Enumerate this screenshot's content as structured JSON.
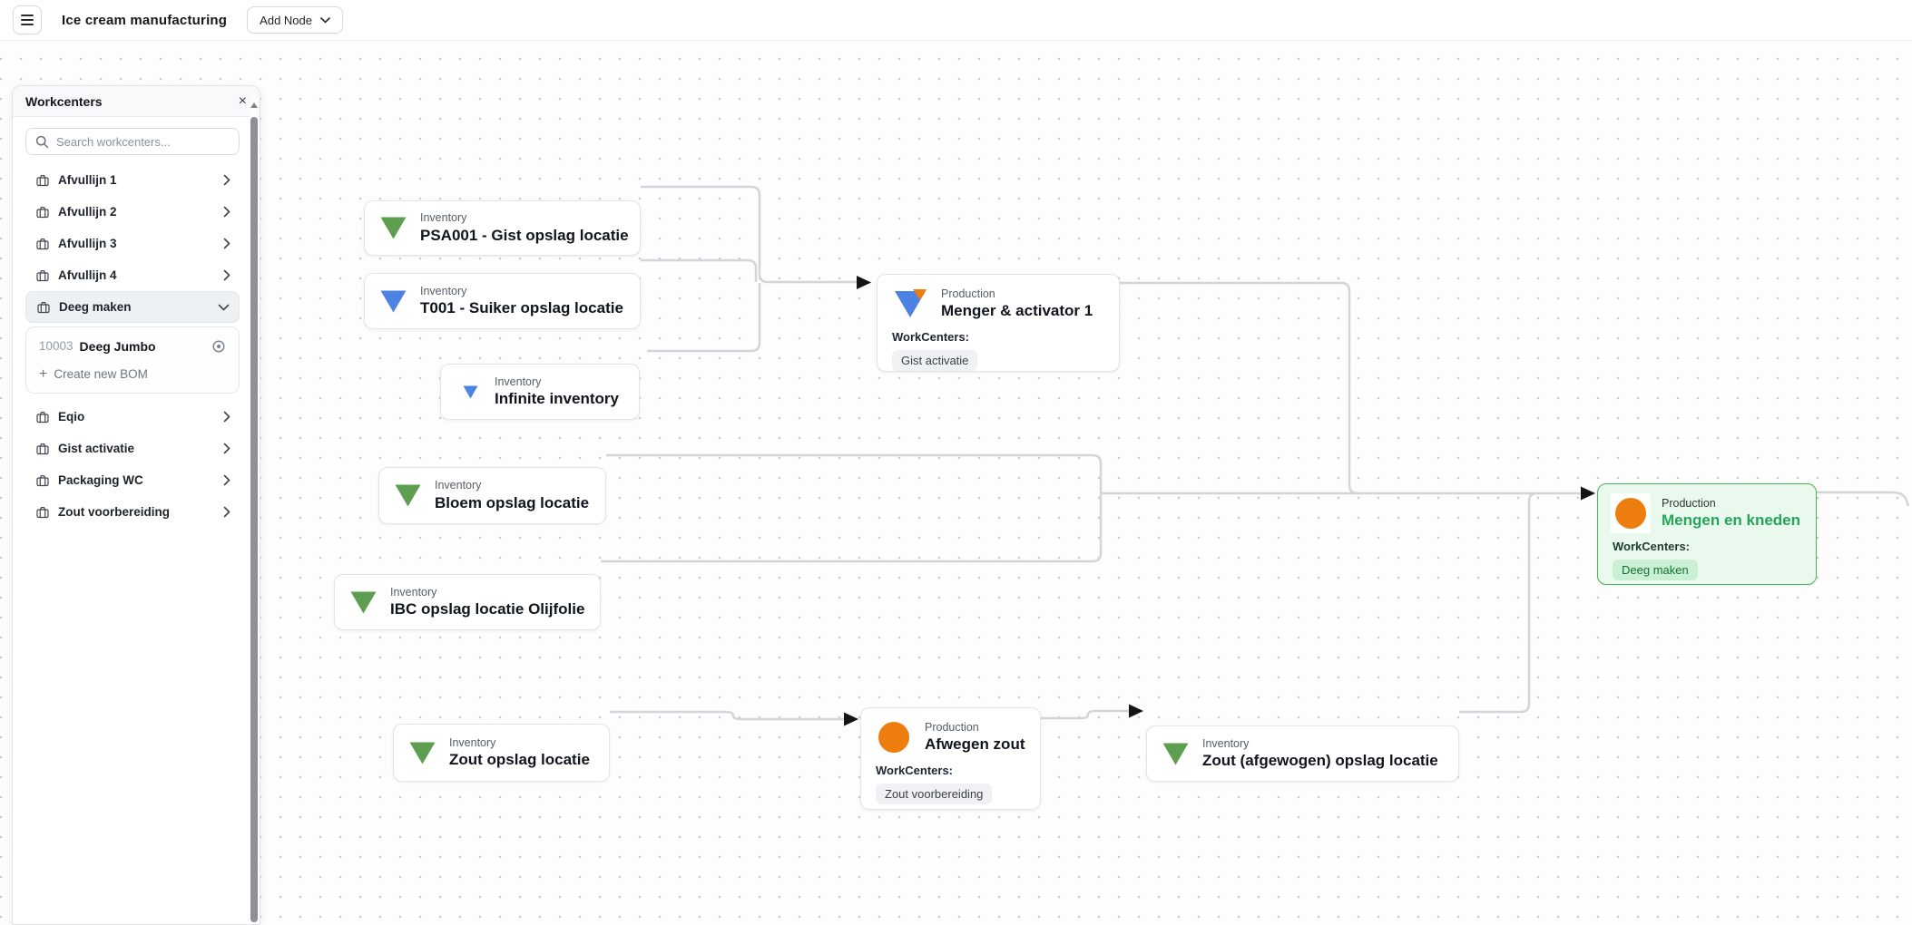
{
  "header": {
    "title": "Ice cream manufacturing",
    "add_node_label": "Add Node"
  },
  "sidebar": {
    "title": "Workcenters",
    "close": "×",
    "search_placeholder": "Search workcenters...",
    "items": [
      {
        "label": "Afvullijn 1"
      },
      {
        "label": "Afvullijn 2"
      },
      {
        "label": "Afvullijn 3"
      },
      {
        "label": "Afvullijn 4"
      },
      {
        "label": "Deeg maken",
        "expanded": true
      },
      {
        "label": "Eqio"
      },
      {
        "label": "Gist activatie"
      },
      {
        "label": "Packaging WC"
      },
      {
        "label": "Zout voorbereiding"
      }
    ],
    "expanded_content": {
      "bom_code": "10003",
      "bom_name": "Deeg Jumbo",
      "create_label": "Create new BOM",
      "plus": "+"
    }
  },
  "canvas": {
    "nodes": [
      {
        "id": "psa001",
        "type_label": "Inventory",
        "title": "PSA001 - Gist opslag locatie",
        "icon": "triangle-down-green"
      },
      {
        "id": "t001",
        "type_label": "Inventory",
        "title": "T001 - Suiker opslag locatie",
        "icon": "triangle-down-blue"
      },
      {
        "id": "infinite",
        "type_label": "Inventory",
        "title": "Infinite inventory",
        "icon": "triangle-down-blue-small"
      },
      {
        "id": "menger",
        "type_label": "Production",
        "title": "Menger & activator 1",
        "workcenters_label": "WorkCenters:",
        "workcenter": "Gist activatie",
        "icon": "triangle-blue-orange"
      },
      {
        "id": "bloem",
        "type_label": "Inventory",
        "title": "Bloem opslag locatie",
        "icon": "triangle-down-green"
      },
      {
        "id": "ibc",
        "type_label": "Inventory",
        "title": "IBC opslag locatie Olijfolie",
        "icon": "triangle-down-green"
      },
      {
        "id": "mengen",
        "type_label": "Production",
        "title": "Mengen en kneden",
        "workcenters_label": "WorkCenters:",
        "workcenter": "Deeg maken",
        "icon": "circle-orange",
        "highlighted": true
      },
      {
        "id": "zout-opslag",
        "type_label": "Inventory",
        "title": "Zout opslag locatie",
        "icon": "triangle-down-green"
      },
      {
        "id": "afwegen",
        "type_label": "Production",
        "title": "Afwegen zout",
        "workcenters_label": "WorkCenters:",
        "workcenter": "Zout voorbereiding",
        "icon": "circle-orange"
      },
      {
        "id": "zout-afgewogen",
        "type_label": "Inventory",
        "title": "Zout (afgewogen) opslag locatie",
        "icon": "triangle-down-green"
      }
    ],
    "edges": [
      {
        "from": "psa001",
        "to": "menger"
      },
      {
        "from": "t001",
        "to": "menger"
      },
      {
        "from": "infinite",
        "to": "menger"
      },
      {
        "from": "menger",
        "to": "mengen"
      },
      {
        "from": "bloem",
        "to": "mengen"
      },
      {
        "from": "ibc",
        "to": "mengen"
      },
      {
        "from": "zout-opslag",
        "to": "afwegen"
      },
      {
        "from": "afwegen",
        "to": "zout-afgewogen"
      },
      {
        "from": "zout-afgewogen",
        "to": "mengen"
      },
      {
        "from": "mengen",
        "to": "offscreen-right"
      }
    ],
    "colors": {
      "green_icon": "#5d9e50",
      "blue_icon": "#4c82e2",
      "orange_icon": "#ed7d0e",
      "edge": "#d4d5d9",
      "highlight_border": "#4cb15c",
      "highlight_bg": "#e9f9ee",
      "highlight_title": "#24a45a",
      "badge_green_bg": "#c9f0d2",
      "badge_green_text": "#156f38"
    }
  }
}
